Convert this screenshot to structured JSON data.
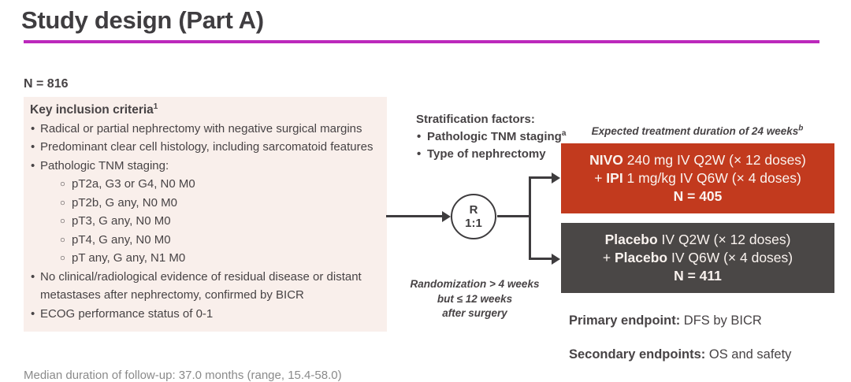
{
  "slide": {
    "title": "Study design (Part A)",
    "n_total": "N = 816"
  },
  "colors": {
    "accent_rule": "#bb28bb",
    "inclusion_panel_bg": "#f9efeb",
    "nivo_arm_bg": "#c23a1e",
    "placebo_arm_bg": "#4a4746"
  },
  "inclusion": {
    "heading": "Key inclusion criteria",
    "heading_sup": "1",
    "bullets": [
      "Radical or partial nephrectomy with negative surgical margins",
      "Predominant clear cell histology, including sarcomatoid features",
      "Pathologic TNM staging:"
    ],
    "staging_items": [
      "pT2a, G3 or G4, N0 M0",
      "pT2b, G any, N0 M0",
      "pT3, G any, N0 M0",
      "pT4, G any, N0 M0",
      "pT any, G any, N1 M0"
    ],
    "bullets2": [
      "No clinical/radiological evidence of residual disease or distant metastases after nephrectomy, confirmed by BICR",
      "ECOG performance status of 0-1"
    ]
  },
  "stratification": {
    "heading": "Stratification factors:",
    "item1": {
      "text": "Pathologic TNM staging",
      "sup": "a"
    },
    "item2": {
      "text": "Type of nephrectomy"
    }
  },
  "randomization": {
    "symbol": "R",
    "ratio": "1:1",
    "note_line1": "Randomization > 4 weeks",
    "note_line2": "but ≤ 12 weeks",
    "note_line3": "after surgery"
  },
  "treatment": {
    "duration_note": "Expected treatment duration of 24 weeks",
    "duration_note_sup": "b",
    "arms": [
      {
        "line1": {
          "bold": "NIVO",
          "rest": " 240 mg IV Q2W (× 12 doses)"
        },
        "line2": {
          "pre": "+ ",
          "bold": "IPI",
          "rest": " 1 mg/kg IV Q6W (× 4 doses)"
        },
        "n": "N = 405"
      },
      {
        "line1": {
          "bold": "Placebo",
          "rest": " IV Q2W (× 12 doses)"
        },
        "line2": {
          "pre": "+ ",
          "bold": "Placebo",
          "rest": " IV Q6W (× 4 doses)"
        },
        "n": "N = 411"
      }
    ]
  },
  "endpoints": {
    "primary_label": "Primary endpoint:",
    "primary_value": " DFS by BICR",
    "secondary_label": "Secondary endpoints:",
    "secondary_value": " OS and safety"
  },
  "footnote": {
    "text": "Median duration of follow-up: 37.0 months (range, 15.4-58.0)"
  }
}
